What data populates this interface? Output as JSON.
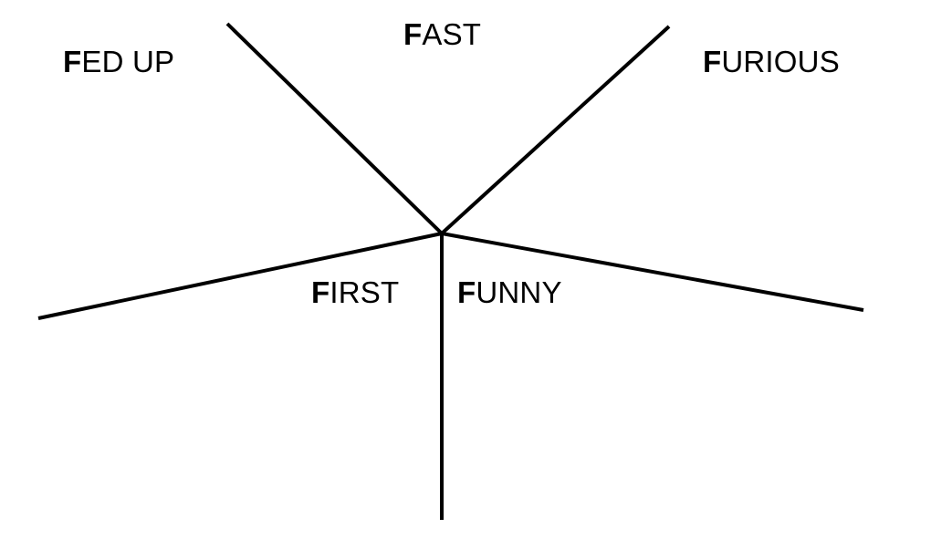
{
  "line_color": "#000000",
  "background": "#ffffff",
  "labels": {
    "fed_up": {
      "initial": "F",
      "rest": "ED UP"
    },
    "fast": {
      "initial": "F",
      "rest": "AST"
    },
    "furious": {
      "initial": "F",
      "rest": "URIOUS"
    },
    "first": {
      "initial": "F",
      "rest": "IRST"
    },
    "funny": {
      "initial": "F",
      "rest": "UNNY"
    }
  }
}
